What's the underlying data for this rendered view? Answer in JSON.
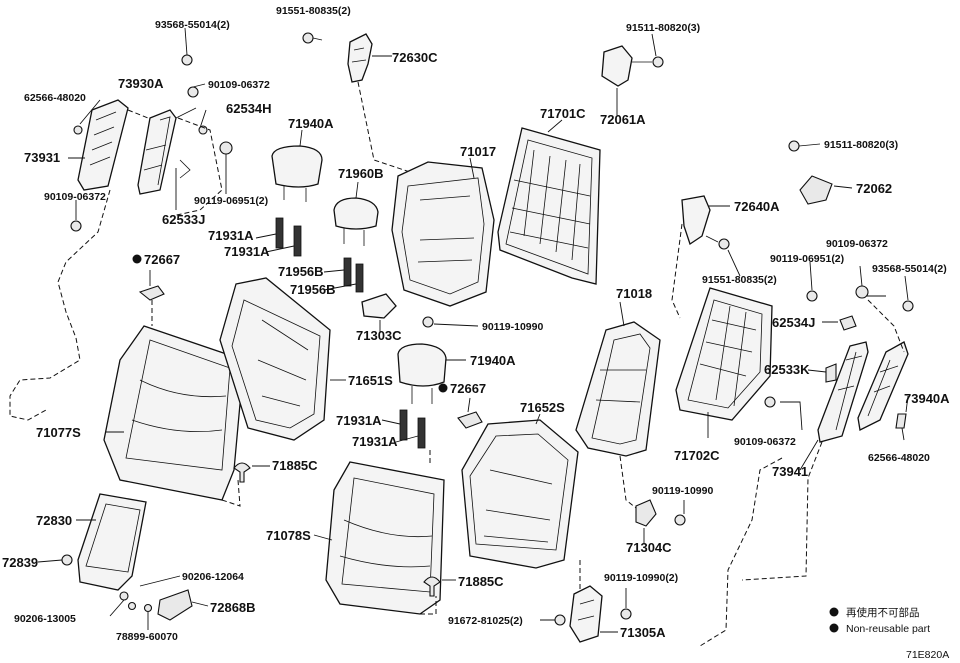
{
  "labels": {
    "p93568_l": "93568-55014(2)",
    "p91551_t": "91551-80835(2)",
    "p91511_t": "91511-80820(3)",
    "p72630C": "72630C",
    "p73930A": "73930A",
    "p90109_l1": "90109-06372",
    "p62566_l": "62566-48020",
    "p62534H": "62534H",
    "p71701C": "71701C",
    "p72061A": "72061A",
    "p71940A_1": "71940A",
    "p71017": "71017",
    "p73931": "73931",
    "p90109_l2": "90109-06372",
    "p90119_l": "90119-06951(2)",
    "p62533J": "62533J",
    "p71960B": "71960B",
    "p91511_r": "91511-80820(3)",
    "p72062": "72062",
    "p72640A": "72640A",
    "p71931A_1": "71931A",
    "p71931A_2": "71931A",
    "p72667_1": "72667",
    "p71956B_1": "71956B",
    "p71956B_2": "71956B",
    "p91551_r": "91551-80835(2)",
    "p90109_r": "90109-06372",
    "p90119_r": "90119-06951(2)",
    "p93568_r": "93568-55014(2)",
    "p71018": "71018",
    "p71303C": "71303C",
    "p90119_10990a": "90119-10990",
    "p62534J": "62534J",
    "p71651S": "71651S",
    "p71940A_2": "71940A",
    "p62533K": "62533K",
    "p72667_2": "72667",
    "p73940A": "73940A",
    "p71077S": "71077S",
    "p71931A_3": "71931A",
    "p71931A_4": "71931A",
    "p71652S": "71652S",
    "p90109_r2": "90109-06372",
    "p71702C": "71702C",
    "p71885C_1": "71885C",
    "p73941": "73941",
    "p62566_r": "62566-48020",
    "p90119_10990b": "90119-10990",
    "p72830": "72830",
    "p71078S": "71078S",
    "p71304C": "71304C",
    "p72839": "72839",
    "p90206_12064": "90206-12064",
    "p71885C_2": "71885C",
    "p90119_10990c": "90119-10990(2)",
    "p90206_13005": "90206-13005",
    "p72868B": "72868B",
    "p91672": "91672-81025(2)",
    "p71305A": "71305A",
    "p78899": "78899-60070"
  },
  "legend": {
    "non_reusable_jp": "再使用不可部品",
    "non_reusable_en": "Non-reusable part"
  },
  "figure_code": "71E820A",
  "colors": {
    "line": "#111111",
    "fill": "#f4f4f4",
    "marker": "#111111"
  }
}
